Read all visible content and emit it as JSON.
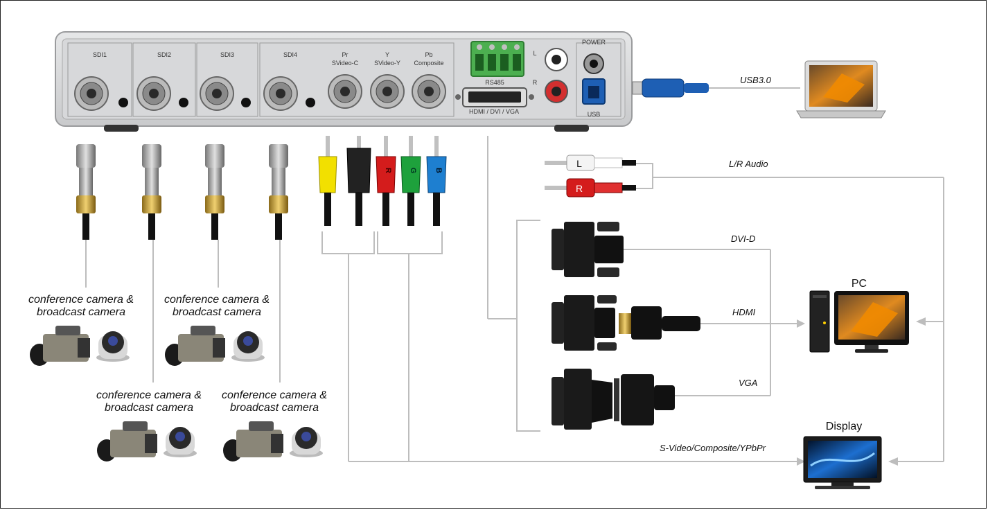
{
  "device": {
    "ports": {
      "sdi1": "SDI1",
      "sdi2": "SDI2",
      "sdi3": "SDI3",
      "sdi4": "SDI4",
      "pr_line1": "Pr",
      "pr_line2": "SVideo-C",
      "y_line1": "Y",
      "y_line2": "SVideo-Y",
      "pb_line1": "Pb",
      "pb_line2": "Composite",
      "rs485": "RS485",
      "hdmi_dvi_vga": "HDMI / DVI / VGA",
      "audio_l": "L",
      "audio_r": "R",
      "power": "POWER",
      "usb": "USB"
    }
  },
  "rca_plugs": {
    "r": "R",
    "g": "G",
    "b": "B"
  },
  "audio_plugs": {
    "l": "L",
    "r": "R"
  },
  "cables": {
    "usb": "USB3.0",
    "audio": "L/R Audio",
    "dvi": "DVI-D",
    "hdmi": "HDMI",
    "vga": "VGA",
    "svideo": "S-Video/Composite/YPbPr"
  },
  "devices": {
    "pc": "PC",
    "display": "Display"
  },
  "cameras": {
    "line1": "conference camera &",
    "line2": "broadcast camera"
  },
  "colors": {
    "wire": "#bdbdbd",
    "usb_blue": "#1e5fb4",
    "rca_yellow": "#f2e000",
    "rca_red": "#d41c1c",
    "rca_green": "#1ea13c",
    "rca_blue": "#1e7fd0",
    "brass": "#c9a23a"
  }
}
